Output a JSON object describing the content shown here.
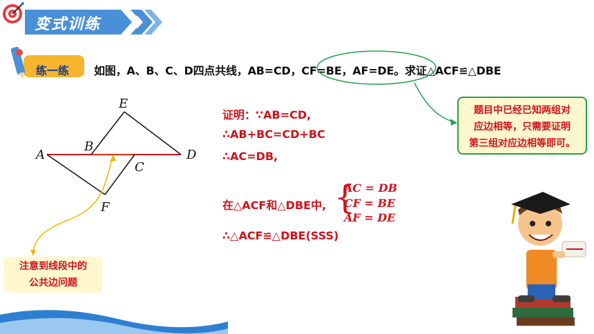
{
  "header": {
    "title": "变式训练"
  },
  "badge": {
    "label": "练一练"
  },
  "problem": {
    "text": "如图，A、B、C、D四点共线，AB=CD，CF=BE，AF=DE。求证△ACF≌△DBE"
  },
  "green_note": {
    "line1": "题目中已经已知两组对",
    "line2": "应边相等，只需要证明",
    "line3": "第三组对应边相等即可。"
  },
  "figure_labels": {
    "A": "A",
    "B": "B",
    "C": "C",
    "D": "D",
    "E": "E",
    "F": "F"
  },
  "proof": {
    "line1": "证明：∵AB=CD,",
    "line2": "∴AB+BC=CD+BC",
    "line3": "∴AC=DB,",
    "line4": "在△ACF和△DBE中,",
    "brace": "{",
    "eq1": "AC = DB",
    "eq2": "CF = BE",
    "eq3": "AF = DE",
    "line5": "∴△ACF≌△DBE(SSS)"
  },
  "yellow_note": {
    "line1": "注意到线段中的",
    "line2": "公共边问题"
  },
  "colors": {
    "banner": "#4a90d9",
    "accent_red": "#d0121b",
    "note_green": "#23a04a",
    "note_fill": "#fff8cf",
    "arrow_yellow": "#f2b600"
  }
}
